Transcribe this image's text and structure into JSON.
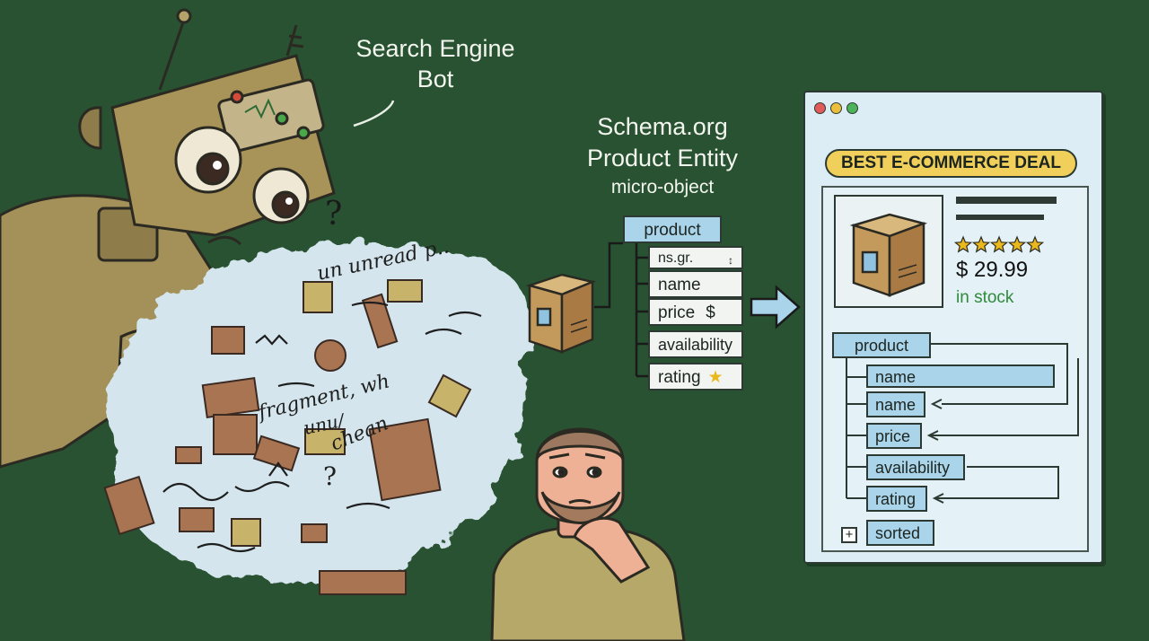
{
  "labels": {
    "bot": "Search Engine\nBot",
    "schema_title": "Schema.org\nProduct Entity",
    "schema_sub": "micro-object"
  },
  "scribbles": [
    "un unread p..",
    "fragment, wh",
    "unu/",
    "chean"
  ],
  "schema": {
    "root": "product",
    "fields": [
      {
        "label": "ns.gr.",
        "suffix": "↕"
      },
      {
        "label": "name",
        "suffix": ""
      },
      {
        "label": "price",
        "suffix": "$"
      },
      {
        "label": "availability",
        "suffix": ""
      },
      {
        "label": "rating",
        "suffix": "★"
      }
    ]
  },
  "browser": {
    "dots": [
      "#e25b5b",
      "#eabf3e",
      "#4db35b"
    ],
    "badge": "BEST E-COMMERCE DEAL",
    "rating": 5,
    "price": "$ 29.99",
    "stock": "in stock",
    "tree": {
      "root": "product",
      "fields": [
        "name",
        "name",
        "price",
        "availability",
        "rating"
      ],
      "footer": "sorted",
      "footer_icon": "+"
    }
  },
  "colors": {
    "background": "#285232",
    "tag_blue": "#a9d4ea",
    "badge": "#f0d05a",
    "stock": "#2f8a3a",
    "star": "#e9b81c"
  }
}
